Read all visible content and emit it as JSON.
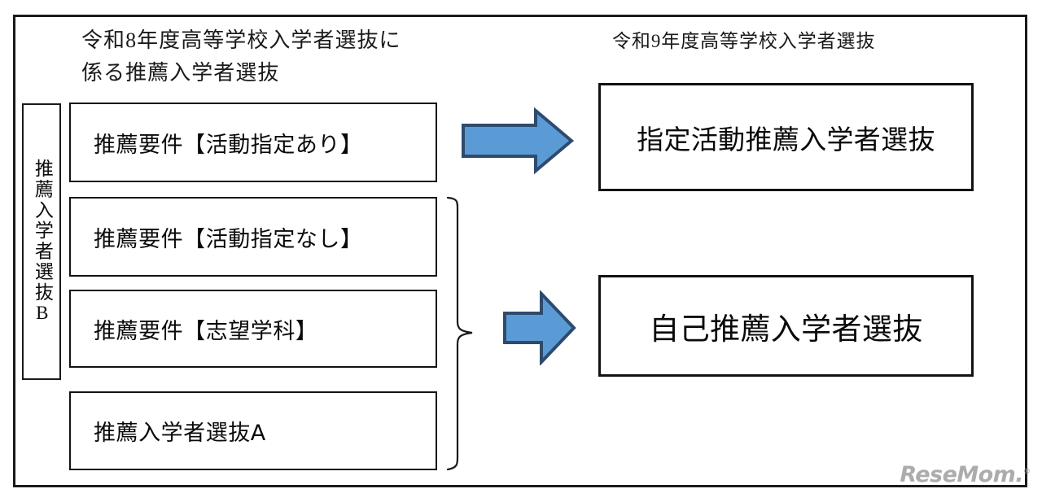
{
  "diagram": {
    "title_left": "令和8年度高等学校入学者選抜に\n係る推薦入学者選抜",
    "title_right": "令和9年度高等学校入学者選抜",
    "group_label": "推薦入学者選抜B",
    "left_items": [
      {
        "label": "推薦要件【活動指定あり】"
      },
      {
        "label": "推薦要件【活動指定なし】"
      },
      {
        "label": "推薦要件【志望学科】"
      },
      {
        "label": "推薦入学者選抜A"
      }
    ],
    "right_items": [
      {
        "label": "指定活動推薦入学者選抜"
      },
      {
        "label": "自己推薦入学者選抜"
      }
    ],
    "connectors": [
      {
        "name": "arrow-long",
        "from": "推薦要件【活動指定あり】",
        "to": "指定活動推薦入学者選抜"
      },
      {
        "name": "arrow-short",
        "from": "推薦要件【活動指定なし】/推薦要件【志望学科】/推薦入学者選抜A",
        "to": "自己推薦入学者選抜"
      }
    ],
    "colors": {
      "arrow_fill": "#5B9BD5",
      "arrow_stroke": "#2E4B6E",
      "border": "#121212",
      "background": "#FFFFFF",
      "watermark": "#9E9E9E"
    }
  },
  "watermark": {
    "text": "ReseMom.",
    "mark": "®"
  }
}
